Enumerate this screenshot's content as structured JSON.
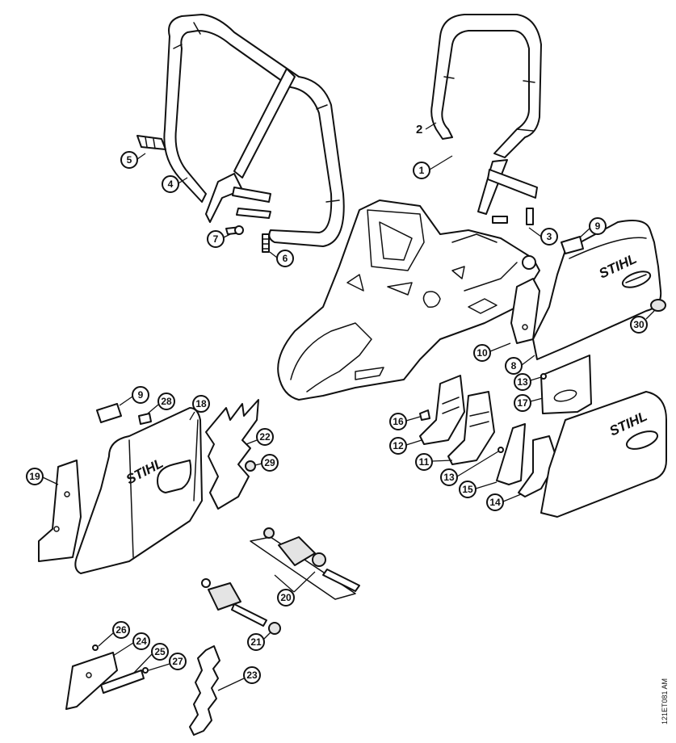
{
  "diagram": {
    "brand_text": "STIHL",
    "drawing_code": "121ET081 AM",
    "callouts": [
      {
        "id": "1",
        "label": "1"
      },
      {
        "id": "2",
        "label": "2"
      },
      {
        "id": "3",
        "label": "3"
      },
      {
        "id": "4",
        "label": "4"
      },
      {
        "id": "5",
        "label": "5"
      },
      {
        "id": "6",
        "label": "6"
      },
      {
        "id": "7",
        "label": "7"
      },
      {
        "id": "8",
        "label": "8"
      },
      {
        "id": "9a",
        "label": "9"
      },
      {
        "id": "9b",
        "label": "9"
      },
      {
        "id": "10",
        "label": "10"
      },
      {
        "id": "11",
        "label": "11"
      },
      {
        "id": "12",
        "label": "12"
      },
      {
        "id": "13a",
        "label": "13"
      },
      {
        "id": "13b",
        "label": "13"
      },
      {
        "id": "14",
        "label": "14"
      },
      {
        "id": "15",
        "label": "15"
      },
      {
        "id": "16",
        "label": "16"
      },
      {
        "id": "17",
        "label": "17"
      },
      {
        "id": "18",
        "label": "18"
      },
      {
        "id": "19",
        "label": "19"
      },
      {
        "id": "20",
        "label": "20"
      },
      {
        "id": "21",
        "label": "21"
      },
      {
        "id": "22",
        "label": "22"
      },
      {
        "id": "23",
        "label": "23"
      },
      {
        "id": "24",
        "label": "24"
      },
      {
        "id": "25",
        "label": "25"
      },
      {
        "id": "26",
        "label": "26"
      },
      {
        "id": "27",
        "label": "27"
      },
      {
        "id": "28",
        "label": "28"
      },
      {
        "id": "29",
        "label": "29"
      },
      {
        "id": "30",
        "label": "30"
      }
    ]
  }
}
